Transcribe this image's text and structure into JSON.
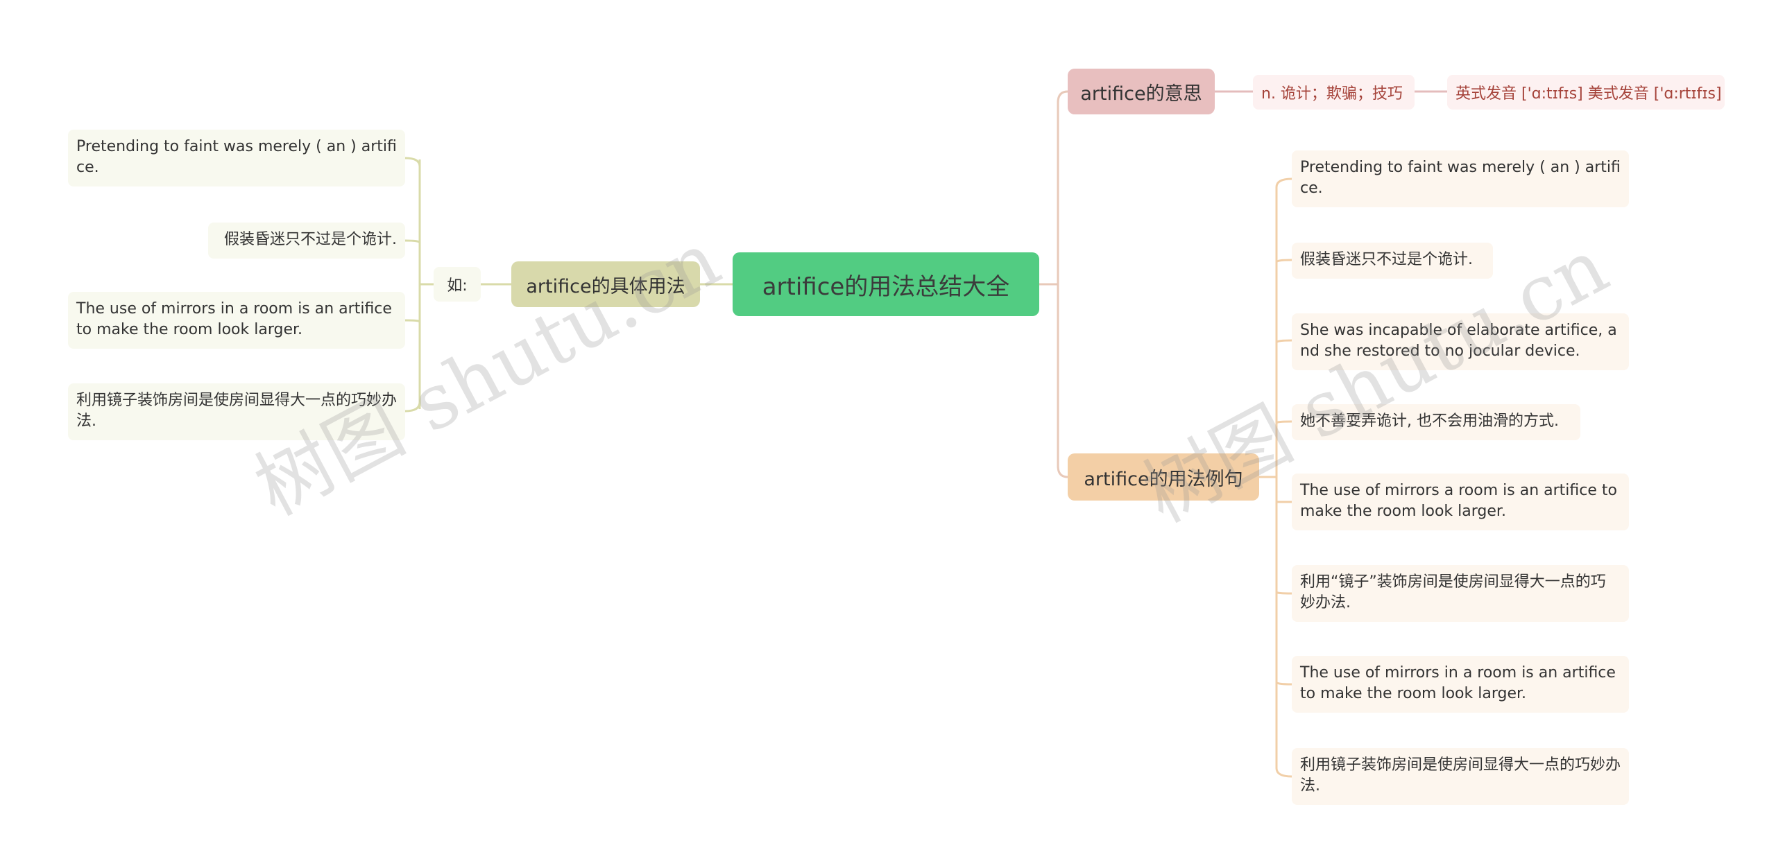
{
  "center": {
    "title": "artifice的用法总结大全"
  },
  "left_branch": {
    "label": "artifice的具体用法",
    "sub_label": "如:",
    "items": [
      "Pretending to faint was merely ( an ) artifice.",
      "假装昏迷只不过是个诡计.",
      "The use of mirrors in a room is an artifice to make the room look larger.",
      "利用镜子装饰房间是使房间显得大一点的巧妙办法."
    ]
  },
  "meaning_branch": {
    "label": "artifice的意思",
    "definition": "n. 诡计；欺骗；技巧",
    "pronunciation": "英式发音 ['ɑ:tɪfɪs] 美式发音 ['ɑ:rtɪfɪs]"
  },
  "examples_branch": {
    "label": "artifice的用法例句",
    "items": [
      "Pretending to faint was merely ( an ) artifice.",
      "假装昏迷只不过是个诡计.",
      "She was incapable of elaborate artifice, and she restored to no jocular device.",
      "她不善耍弄诡计, 也不会用油滑的方式.",
      "The use of mirrors a room is an artifice to make the room look larger.",
      "利用“镜子”装饰房间是使房间显得大一点的巧妙办法.",
      "The use of mirrors in a room is an artifice to make the room look larger.",
      "利用镜子装饰房间是使房间显得大一点的巧妙办法."
    ]
  },
  "watermark": {
    "text": "树图 shutu.cn"
  },
  "colors": {
    "center": "#52cc82",
    "left_branch": "#d8d9ab",
    "meaning_branch": "#e8bfbf",
    "examples_branch": "#f3cfa6",
    "left_line": "#d9dba9",
    "meaning_line": "#e4bcbc",
    "examples_line": "#f1cfa8"
  }
}
